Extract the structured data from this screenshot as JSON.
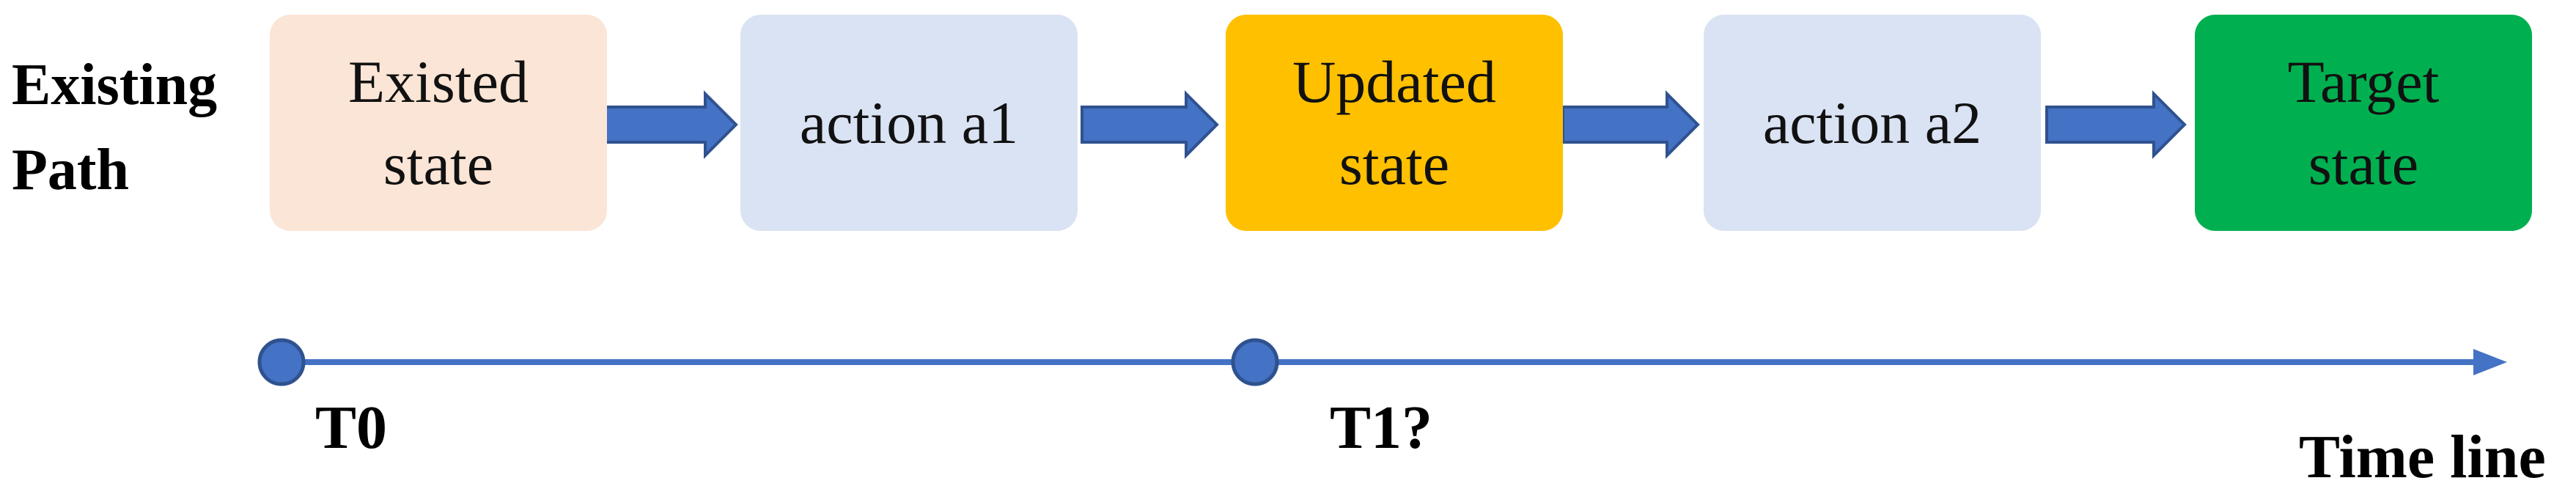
{
  "diagram": {
    "row_label": "Existing\nPath",
    "boxes": [
      {
        "label": "Existed\nstate",
        "fill": "#FBE5D6"
      },
      {
        "label": "action a1",
        "fill": "#DAE3F3"
      },
      {
        "label": "Updated\nstate",
        "fill": "#FFC000"
      },
      {
        "label": "action a2",
        "fill": "#DAE3F3"
      },
      {
        "label": "Target\nstate",
        "fill": "#00B050"
      }
    ],
    "arrow_color": "#4472C4",
    "timeline": {
      "markers": [
        "T0",
        "T1?"
      ],
      "axis_label": "Time line"
    }
  }
}
